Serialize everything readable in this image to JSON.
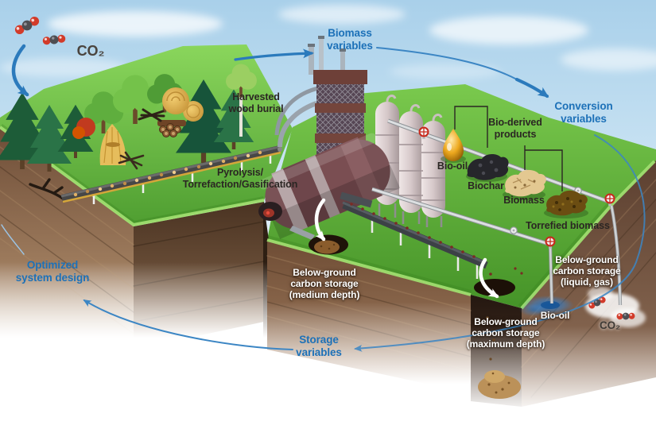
{
  "palette": {
    "accent_blue_text": "#1d71b8",
    "accent_blue_arrow": "#2b7abc",
    "label_dark": "#2b2623",
    "label_white": "#ffffff",
    "grass_green": "#5cb53c",
    "soil_brown": "#6e4c34",
    "sky_blue": "#b3d7ee"
  },
  "cycle": {
    "co2_atmosphere": "CO₂",
    "biomass_variables": "Biomass variables",
    "conversion_variables": "Conversion variables",
    "storage_variables": "Storage variables",
    "optimized_system_design": "Optimized system design"
  },
  "surface": {
    "harvested_wood_burial": "Harvested wood burial",
    "pyrolysis_line1": "Pyrolysis/",
    "pyrolysis_line2": "Torrefaction/Gasification",
    "bio_derived_products": "Bio-derived products",
    "bio_oil": "Bio-oil",
    "biochar": "Biochar",
    "biomass": "Biomass",
    "torrefied_biomass": "Torrefied biomass"
  },
  "underground": {
    "storage_medium": "Below-ground carbon storage (medium depth)",
    "storage_liquid_gas": "Below-ground carbon storage (liquid, gas)",
    "storage_maximum": "Below-ground carbon storage (maximum depth)",
    "bio_oil": "Bio-oil",
    "co2": "CO₂"
  },
  "icons": {
    "co2_molecule_icon": "red-gray-red sphere molecule",
    "valve_wheel_icon": "red handwheel on well pipe",
    "cycle_arrow_icon": "blue curved arrow",
    "burial_arrow_icon": "white curved arrow"
  }
}
